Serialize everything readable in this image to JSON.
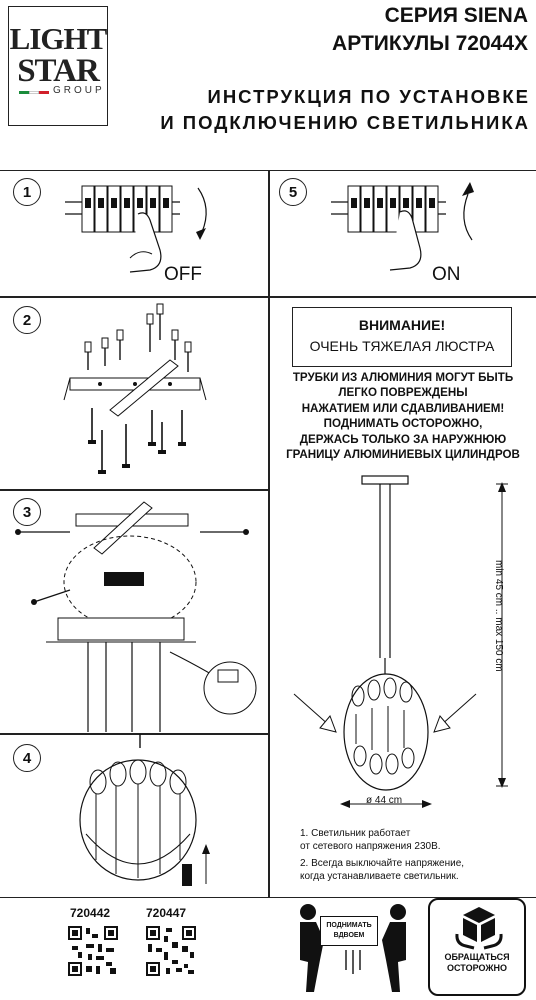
{
  "logo": {
    "line1": "LIGHT",
    "line2": "STAR",
    "line3": "GROUP",
    "flag_colors": [
      "#1a8c3b",
      "#ffffff",
      "#d11f2a"
    ]
  },
  "header": {
    "series": "СЕРИЯ SIENA",
    "articles": "АРТИКУЛЫ 72044X",
    "title_line1": "ИНСТРУКЦИЯ ПО УСТАНОВКЕ",
    "title_line2": "И ПОДКЛЮЧЕНИЮ СВЕТИЛЬНИКА"
  },
  "steps": {
    "s1": "1",
    "s2": "2",
    "s3": "3",
    "s4": "4",
    "s5": "5"
  },
  "step1": {
    "label": "OFF"
  },
  "step5": {
    "label": "ON"
  },
  "warning": {
    "title": "ВНИМАНИЕ!",
    "subtitle": "ОЧЕНЬ ТЯЖЕЛАЯ ЛЮСТРА",
    "lines": [
      "ТРУБКИ ИЗ АЛЮМИНИЯ МОГУТ БЫТЬ",
      "ЛЕГКО ПОВРЕЖДЕНЫ",
      "НАЖАТИЕМ ИЛИ СДАВЛИВАНИЕМ!",
      "ПОДНИМАТЬ ОСТОРОЖНО,",
      "ДЕРЖАСЬ ТОЛЬКО ЗА НАРУЖНЮЮ",
      "ГРАНИЦУ АЛЮМИНИЕВЫХ ЦИЛИНДРОВ"
    ]
  },
  "dimensions": {
    "height": "min 45 cm .. max 150 cm",
    "diameter": "ø 44 cm"
  },
  "notes": [
    "1. Светильник работает",
    "от сетевого напряжения 230В.",
    "2. Всегда выключайте напряжение,",
    "когда устанавливаете светильник."
  ],
  "codes": [
    "720442",
    "720447"
  ],
  "pictograms": {
    "lift_tag_line1": "ПОДНИМАТЬ",
    "lift_tag_line2": "ВДВОЕМ",
    "fragile_line1": "ОБРАЩАТЬСЯ",
    "fragile_line2": "ОСТОРОЖНО"
  }
}
